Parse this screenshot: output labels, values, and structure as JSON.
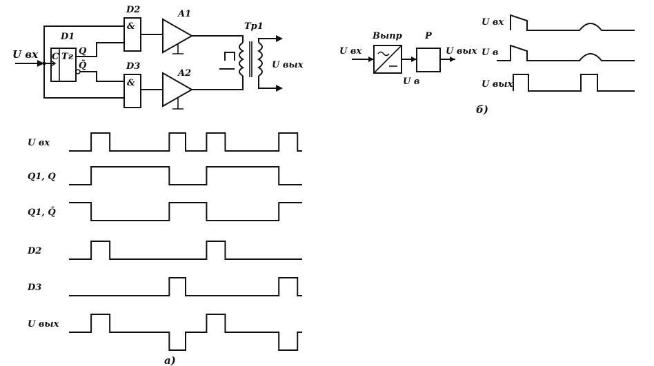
{
  "circuit_a": {
    "input_label": "U вх",
    "output_label": "U вых",
    "trigger_name": "D1",
    "trigger_type": "Tг",
    "trigger_c": "C",
    "q_label": "Q",
    "qbar_label": "Q̄",
    "gate_top_name": "D2",
    "gate_bottom_name": "D3",
    "gate_symbol": "&",
    "amp_top_name": "A1",
    "amp_bottom_name": "A2",
    "transformer_name": "Tр1"
  },
  "timing_a": {
    "signals": [
      {
        "label": "U вх",
        "pulses": [
          [
            0.095,
            0.175
          ],
          [
            0.43,
            0.5
          ],
          [
            0.59,
            0.67
          ],
          [
            0.9,
            0.98
          ]
        ],
        "inverted": false,
        "bipolar": false
      },
      {
        "label": "Q1, Q",
        "pulses": [
          [
            0.095,
            0.43
          ],
          [
            0.59,
            0.9
          ]
        ],
        "inverted": false,
        "bipolar": false
      },
      {
        "label": "Q1, Q̄",
        "pulses": [
          [
            0.0,
            0.095
          ],
          [
            0.43,
            0.59
          ],
          [
            0.9,
            1.0
          ]
        ],
        "inverted": false,
        "bipolar": false
      },
      {
        "label": "D2",
        "pulses": [
          [
            0.095,
            0.175
          ],
          [
            0.59,
            0.67
          ]
        ],
        "inverted": false,
        "bipolar": false
      },
      {
        "label": "D3",
        "pulses": [
          [
            0.43,
            0.5
          ],
          [
            0.9,
            0.98
          ]
        ],
        "inverted": false,
        "bipolar": false
      },
      {
        "label": "U вых",
        "pulses": [
          [
            0.095,
            0.175
          ],
          [
            0.59,
            0.67
          ]
        ],
        "neg_pulses": [
          [
            0.43,
            0.5
          ],
          [
            0.9,
            0.98
          ]
        ],
        "bipolar": true
      }
    ],
    "caption": "а)"
  },
  "circuit_b": {
    "input_label": "U вх",
    "rectifier_label": "Выпр",
    "relay_label": "Р",
    "output_label": "U вых",
    "mid_label": "U в",
    "caption": "б)"
  },
  "timing_b": {
    "signals": [
      {
        "label": "U вх"
      },
      {
        "label": "U в"
      },
      {
        "label": "U вых"
      }
    ]
  }
}
